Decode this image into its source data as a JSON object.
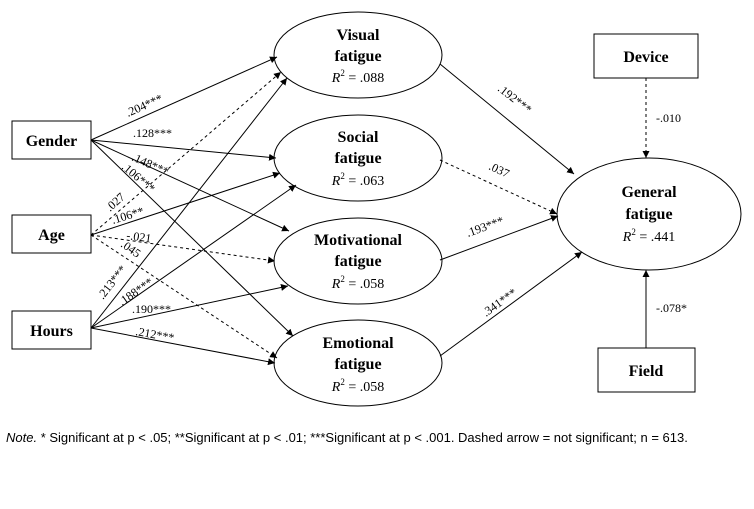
{
  "predictors": {
    "gender": "Gender",
    "age": "Age",
    "hours": "Hours",
    "device": "Device",
    "field": "Field"
  },
  "mediators": {
    "visual": {
      "line1": "Visual",
      "line2": "fatigue",
      "r2": ".088"
    },
    "social": {
      "line1": "Social",
      "line2": "fatigue",
      "r2": ".063"
    },
    "motivational": {
      "line1": "Motivational",
      "line2": "fatigue",
      "r2": ".058"
    },
    "emotional": {
      "line1": "Emotional",
      "line2": "fatigue",
      "r2": ".058"
    }
  },
  "outcome": {
    "line1": "General",
    "line2": "fatigue",
    "r2": ".441"
  },
  "r2_prefix": "R",
  "r2_sup": "2",
  "r2_eq": " = ",
  "paths": {
    "gender_visual": ".204***",
    "gender_social": ".128***",
    "gender_motivational": ".148***",
    "gender_emotional": ".106***",
    "age_visual": ".027",
    "age_social": ".106**",
    "age_motivational": "-.021",
    "age_emotional": ".045",
    "hours_visual": ".213***",
    "hours_social": ".188***",
    "hours_motivational": ".190***",
    "hours_emotional": ".212***",
    "visual_general": ".192***",
    "social_general": ".037",
    "motivational_general": ".193***",
    "emotional_general": ".341***",
    "device_general": "-.010",
    "field_general": "-.078*"
  },
  "note": {
    "label": "Note.",
    "text": " * Significant at p < .05; **Significant at p < .01; ***Significant at p < .001. Dashed arrow = not significant; n = 613."
  }
}
